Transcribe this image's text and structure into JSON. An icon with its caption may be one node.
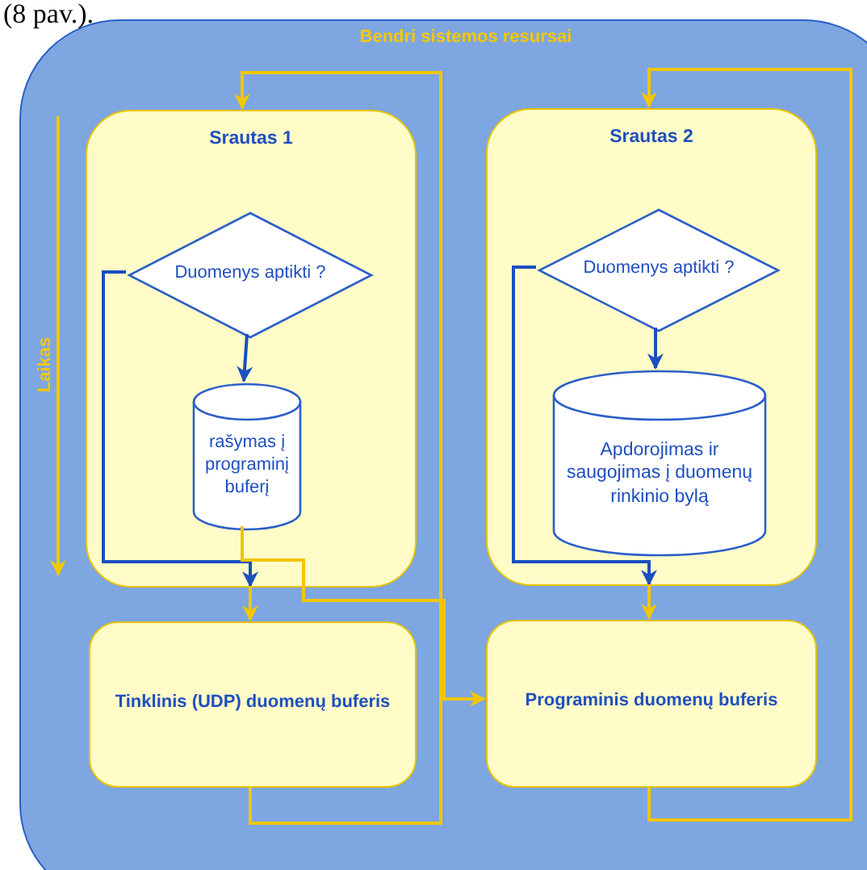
{
  "diagram": {
    "nodes": [
      {
        "text": [
          "Bendri sistemos resursai"
        ]
      },
      {
        "text": [
          "Srautas 1"
        ],
        "in": 0
      },
      {
        "text": [
          "Duomenys aptikti ?"
        ],
        "in": 1
      },
      {
        "text": [
          "rašymas į programinį buferį"
        ],
        "in": 1
      },
      {
        "text": [
          "Srautas 2"
        ],
        "in": 0
      },
      {
        "text": [
          "Duomenys aptikti ?"
        ],
        "in": 4
      },
      {
        "text": [
          "Apdorojimas ir saugojimas į duomenų rinkinio bylą"
        ],
        "in": 4
      },
      {
        "text": [
          "Tinklinis (UDP) duomenų buferis"
        ],
        "in": 0
      },
      {
        "text": [
          "Programinis duomenų buferis"
        ],
        "in": 0
      }
    ],
    "edges": [
      {
        "from": 2,
        "to": 3,
        "arrow": "to",
        "color": "#1a4fbf"
      },
      {
        "from": 2,
        "to": 1,
        "arrow": "to",
        "color": "#1a4fbf"
      },
      {
        "from": 1,
        "to": 7,
        "arrow": "to"
      },
      {
        "from": 3,
        "to": 8,
        "arrow": "to"
      },
      {
        "from": 7,
        "to": 1,
        "arrow": "to"
      },
      {
        "from": 5,
        "to": 6,
        "arrow": "to",
        "color": "#1a4fbf"
      },
      {
        "from": 5,
        "to": 4,
        "arrow": "to",
        "color": "#1a4fbf"
      },
      {
        "from": 4,
        "to": 8,
        "arrow": "to"
      },
      {
        "from": 8,
        "to": 4,
        "arrow": "to"
      }
    ],
    "labels": [
      "(8 pav.).",
      "Laikas"
    ]
  }
}
